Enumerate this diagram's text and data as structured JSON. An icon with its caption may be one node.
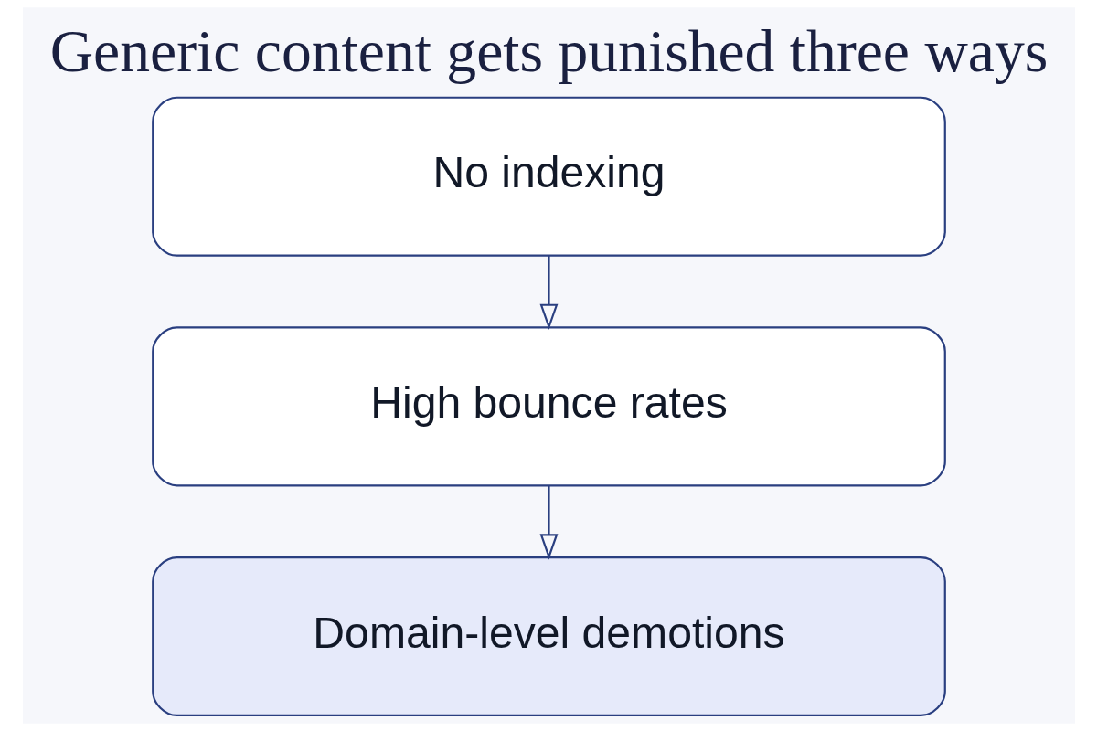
{
  "diagram": {
    "title": "Generic content gets punished three ways",
    "nodes": [
      {
        "text": [
          "No indexing"
        ]
      },
      {
        "text": [
          "High bounce rates"
        ]
      },
      {
        "text": [
          "Domain-level demotions"
        ]
      }
    ],
    "edges": [
      {
        "from": 0,
        "to": 1,
        "arrow": "to"
      },
      {
        "from": 1,
        "to": 2,
        "arrow": "to"
      }
    ]
  }
}
